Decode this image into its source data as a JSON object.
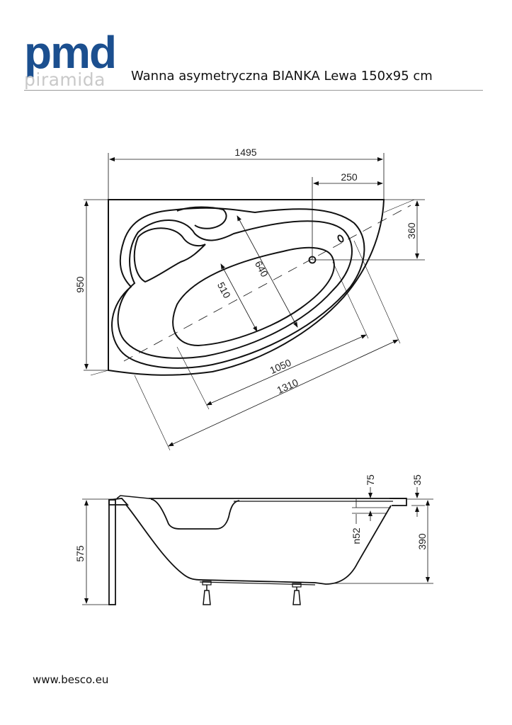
{
  "header": {
    "logo_main": "pmd",
    "logo_sub": "piramida",
    "title": "Wanna asymetryczna BIANKA Lewa 150x95 cm",
    "brand_color": "#1b4f8f",
    "sub_color": "#c9c9c9"
  },
  "top_view": {
    "dimensions": {
      "overall_width": "1495",
      "drain_offset_x": "250",
      "overall_depth": "950",
      "drain_offset_y": "360",
      "inner_width_basin": "640",
      "inner_width_bottom": "510",
      "inner_length": "1050",
      "outer_length": "1310"
    }
  },
  "side_view": {
    "dimensions": {
      "total_height": "575",
      "rim_thickness": "75",
      "rim_lip": "35",
      "overflow": "n52",
      "basin_depth": "390"
    }
  },
  "footer": {
    "website": "www.besco.eu"
  }
}
